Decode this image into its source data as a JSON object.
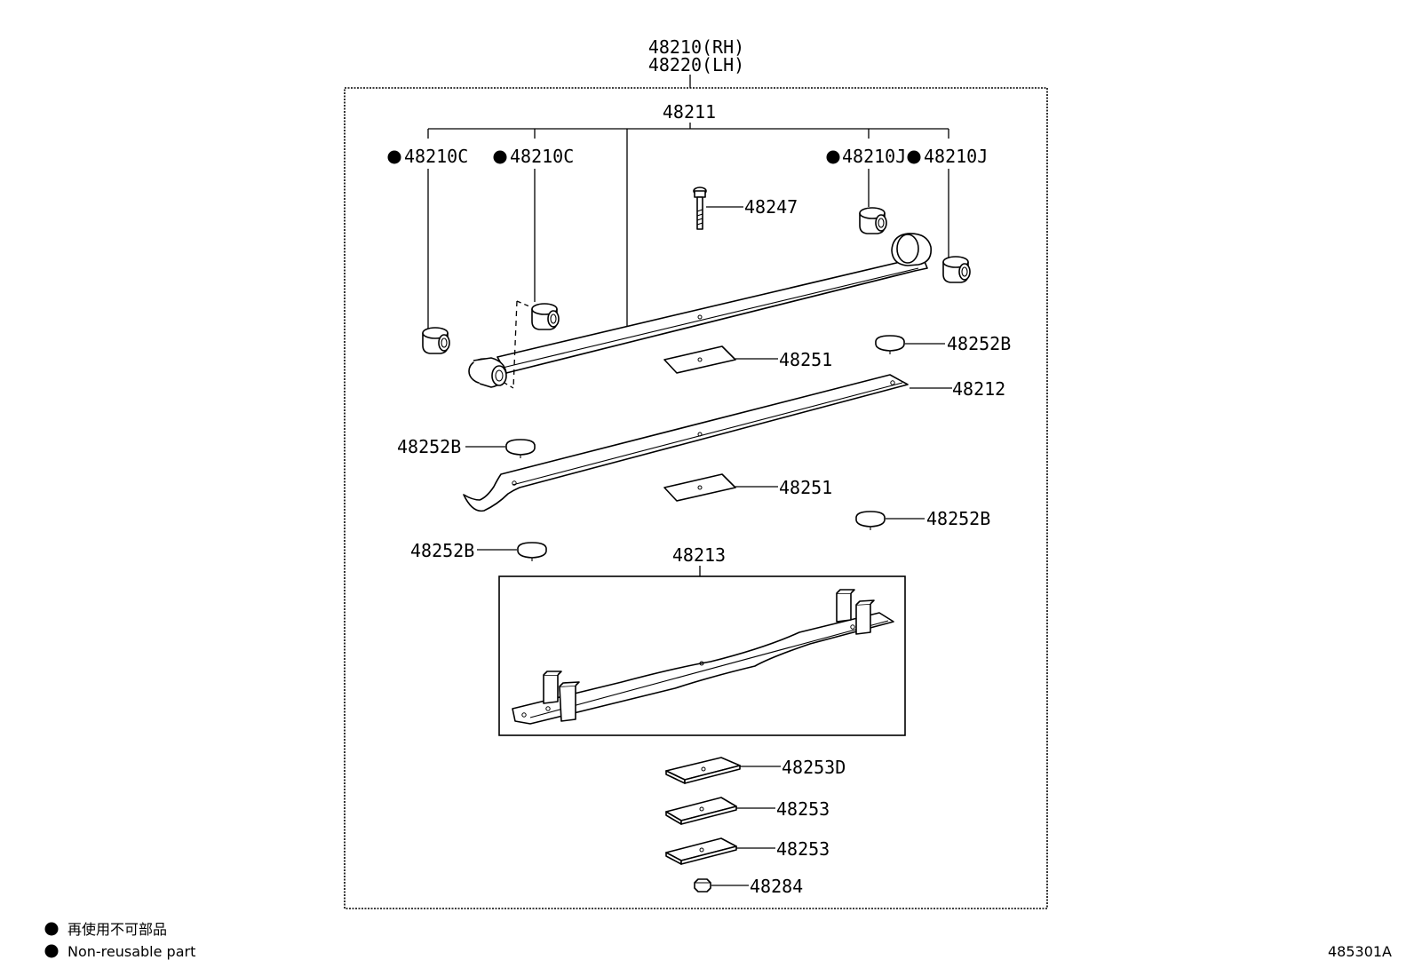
{
  "diagram_id": "485301A",
  "assembly": {
    "label_rh": "48210(RH)",
    "label_lh": "48220(LH)"
  },
  "labels": {
    "l48211": "48211",
    "l48210c_1": "48210C",
    "l48210c_2": "48210C",
    "l48210j_1": "48210J",
    "l48210j_2": "48210J",
    "l48247": "48247",
    "l48251_1": "48251",
    "l48252b_1": "48252B",
    "l48212": "48212",
    "l48252b_2": "48252B",
    "l48251_2": "48251",
    "l48252b_3": "48252B",
    "l48252b_4": "48252B",
    "l48213": "48213",
    "l48253d": "48253D",
    "l48253_1": "48253",
    "l48253_2": "48253",
    "l48284": "48284"
  },
  "legend": {
    "japanese": "再使用不可部品",
    "english": "Non-reusable part"
  }
}
